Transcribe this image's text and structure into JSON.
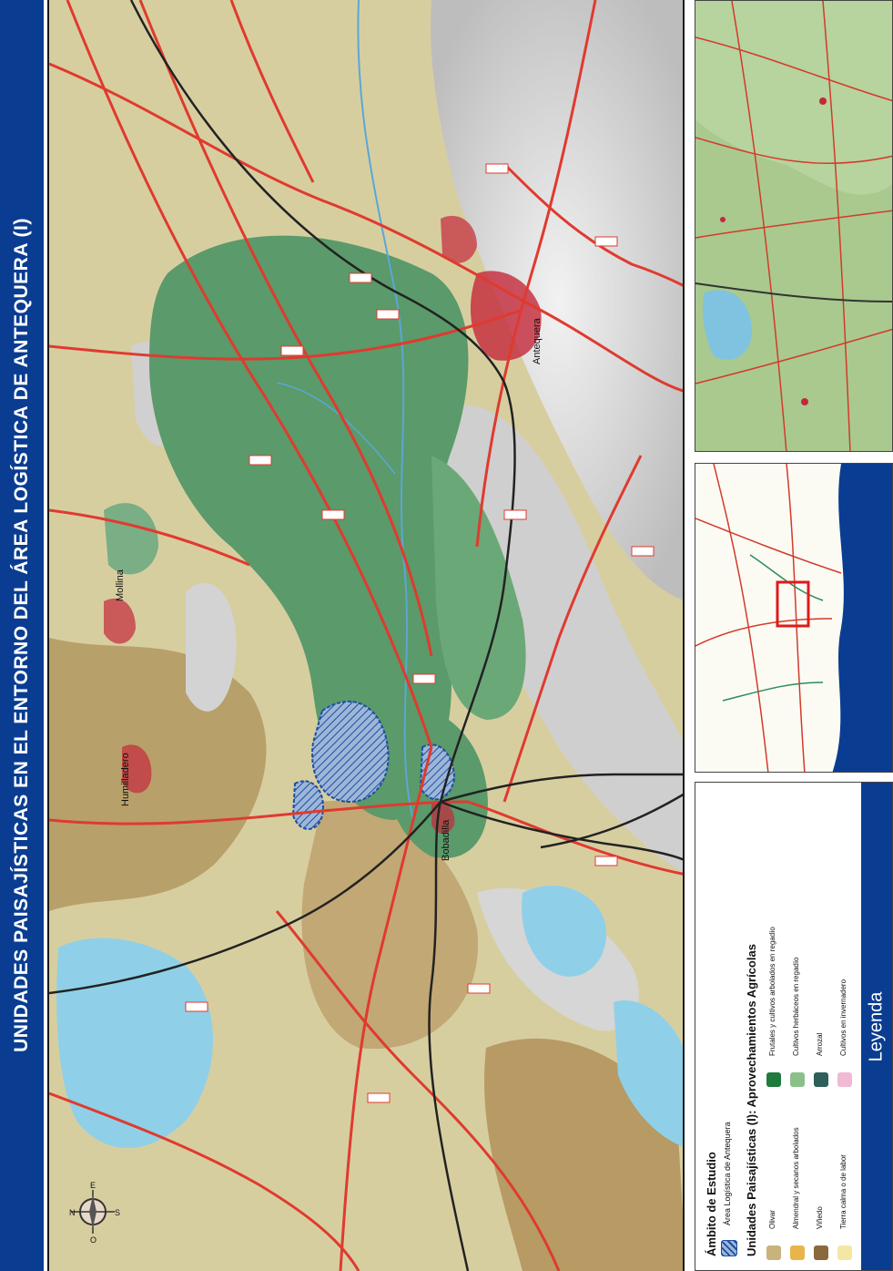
{
  "title": "UNIDADES PAISAJÍSTICAS EN EL ENTORNO DEL ÁREA LOGÍSTICA DE ANTEQUERA (I)",
  "map": {
    "places": {
      "antequera": "Antequera",
      "bobadilla": "Bobadilla",
      "mollina": "Mollina",
      "humilladero": "Humilladero"
    },
    "compass": {
      "n": "N",
      "s": "S",
      "e": "E",
      "w": "O"
    }
  },
  "legend": {
    "title": "Leyenda",
    "section1_title": "Ámbito de Estudio",
    "study_area_label": "Área Logística de Antequera",
    "section2_title": "Unidades Paisajísticas (I): Aprovechamientos Agrícolas",
    "items_col1": [
      {
        "label": "Olivar",
        "color": "#c9b27c"
      },
      {
        "label": "Almendral y secanos arbolados",
        "color": "#e9b54a"
      },
      {
        "label": "Viñedo",
        "color": "#8a6a3c"
      },
      {
        "label": "Tierra calma o de labor",
        "color": "#f3e7a3"
      }
    ],
    "items_col2": [
      {
        "label": "Frutales y cultivos arbolados en regadío",
        "color": "#1f7a3d"
      },
      {
        "label": "Cultivos herbáceos en regadío",
        "color": "#8cc08a"
      },
      {
        "label": "Arrozal",
        "color": "#2f5f5a"
      },
      {
        "label": "Cultivos en invernadero",
        "color": "#f0b9d4"
      }
    ]
  },
  "colors": {
    "title_bg": "#0a3d91",
    "roads": "#e03a2f",
    "railway": "#222222",
    "water": "#8fd0e8",
    "urban": "#c4283a",
    "inset_frame": "#e01a1a"
  }
}
